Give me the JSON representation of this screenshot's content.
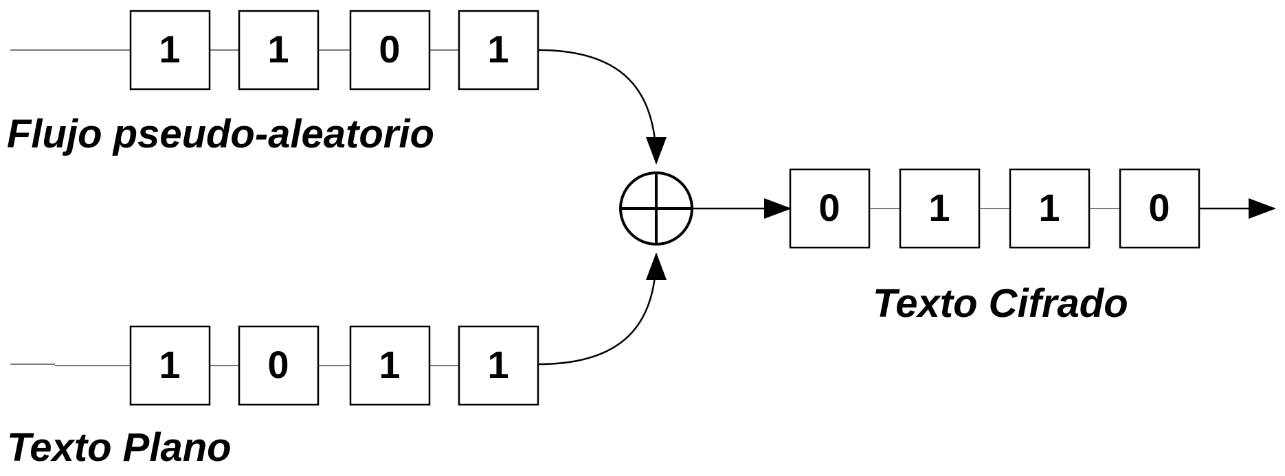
{
  "keystream": {
    "label": "Flujo pseudo-aleatorio",
    "bits": [
      "1",
      "1",
      "0",
      "1"
    ]
  },
  "plaintext": {
    "label": "Texto Plano",
    "bits": [
      "1",
      "0",
      "1",
      "1"
    ]
  },
  "ciphertext": {
    "label": "Texto Cifrado",
    "bits": [
      "0",
      "1",
      "1",
      "0"
    ]
  },
  "operator": {
    "icon": "xor-circle-plus-icon"
  }
}
